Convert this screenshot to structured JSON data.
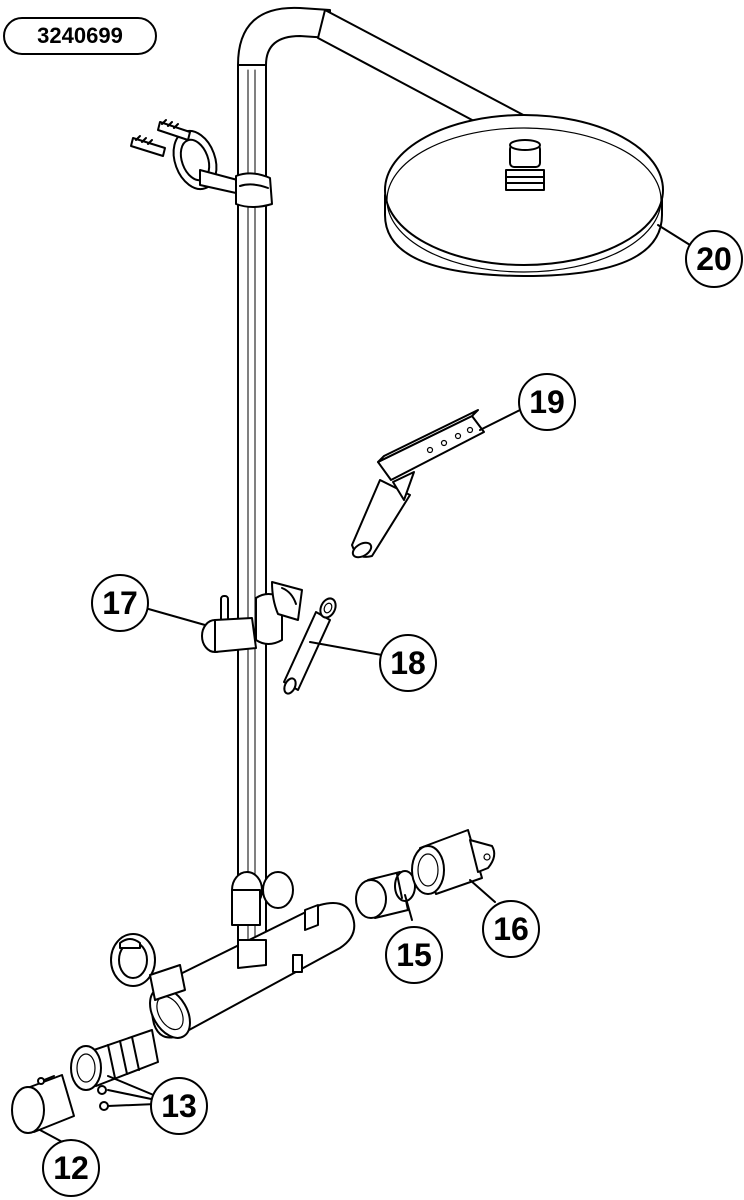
{
  "diagram": {
    "reference_number": "3240699",
    "callouts": [
      {
        "id": "12",
        "label": "12"
      },
      {
        "id": "13",
        "label": "13"
      },
      {
        "id": "15",
        "label": "15"
      },
      {
        "id": "16",
        "label": "16"
      },
      {
        "id": "17",
        "label": "17"
      },
      {
        "id": "18",
        "label": "18"
      },
      {
        "id": "19",
        "label": "19"
      },
      {
        "id": "20",
        "label": "20"
      }
    ]
  }
}
